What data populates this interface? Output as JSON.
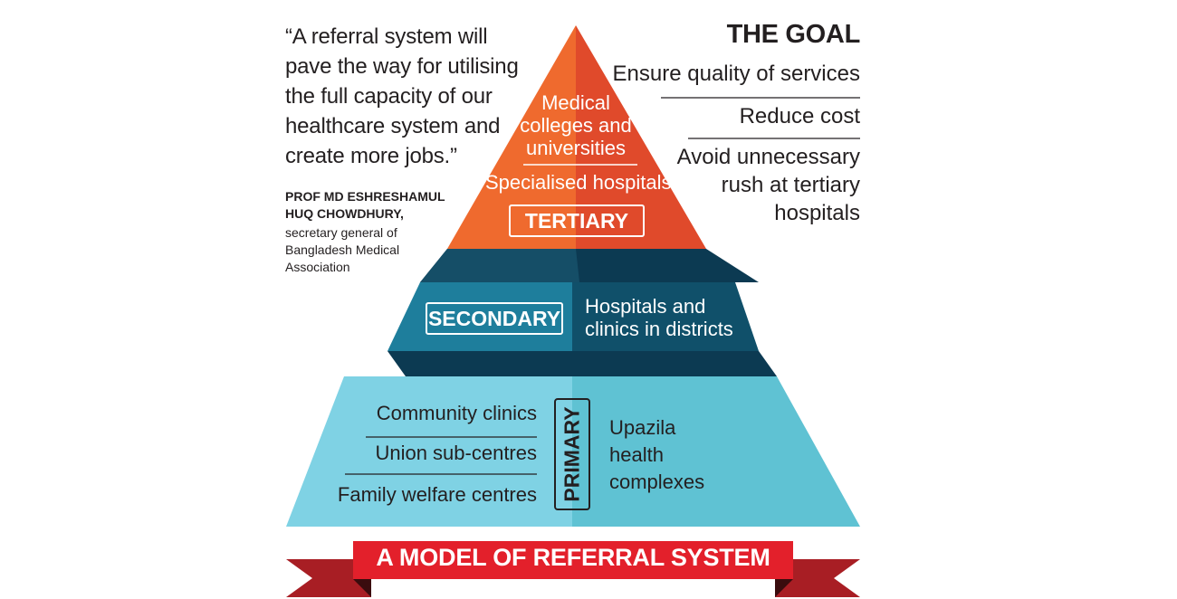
{
  "quote": {
    "lines": [
      "“A referral system will",
      "pave the way for utilising",
      "the full capacity of our",
      "healthcare system and",
      "create more jobs.”"
    ]
  },
  "author": {
    "name_lines": [
      "PROF MD ESHRESHAMUL",
      "HUQ CHOWDHURY,"
    ],
    "role_lines": [
      "secretary general of",
      "Bangladesh Medical",
      "Association"
    ]
  },
  "goal": {
    "title": "THE GOAL",
    "items": [
      [
        "Ensure quality of services"
      ],
      [
        "Reduce cost"
      ],
      [
        "Avoid unnecessary",
        "rush at tertiary",
        "hospitals"
      ]
    ]
  },
  "tiers": {
    "tertiary": {
      "label": "TERTIARY",
      "facilities_top": [
        "Medical",
        "colleges and",
        "universities"
      ],
      "facilities_bottom": "Specialised hospitals"
    },
    "secondary": {
      "label": "SECONDARY",
      "facilities": [
        "Hospitals and",
        "clinics in districts"
      ]
    },
    "primary": {
      "label": "PRIMARY",
      "left_items": [
        "Community clinics",
        "Union  sub-centres",
        "Family welfare centres"
      ],
      "right_items": [
        "Upazila",
        "health",
        "complexes"
      ]
    }
  },
  "banner": {
    "title": "A MODEL OF REFERRAL SYSTEM"
  },
  "colors": {
    "tertiary_light": "#ef6a2e",
    "tertiary_dark": "#e04a2b",
    "secondary_light": "#1e7e9c",
    "secondary_dark": "#10506a",
    "connector_dark": "#0c3a52",
    "primary_light": "#7fd2e4",
    "primary_dark": "#5fc2d3",
    "banner_red": "#e3202b",
    "banner_dark_red": "#a81e24"
  }
}
